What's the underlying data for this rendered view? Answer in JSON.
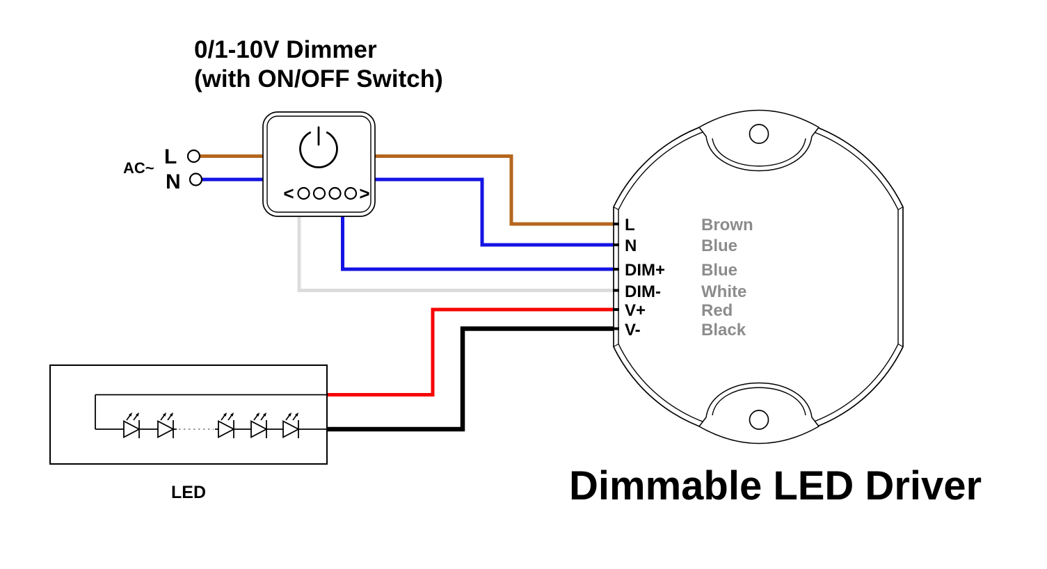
{
  "diagram": {
    "dimmer": {
      "title_line1": "0/1-10V Dimmer",
      "title_line2": "(with ON/OFF Switch)",
      "ac_label": "AC~",
      "terminal_l": "L",
      "terminal_n": "N",
      "nav_left": "<",
      "nav_right": ">",
      "power_icon": "power"
    },
    "driver": {
      "title": "Dimmable LED Driver",
      "label_color": "#8c8c8c",
      "terminals": [
        {
          "label": "L",
          "color_name": "Brown",
          "wire_hex": "#b4671e"
        },
        {
          "label": "N",
          "color_name": "Blue",
          "wire_hex": "#1414e4"
        },
        {
          "label": "DIM+",
          "color_name": "Blue",
          "wire_hex": "#1414e4"
        },
        {
          "label": "DIM-",
          "color_name": "White",
          "wire_hex": "#dcdcdc"
        },
        {
          "label": "V+",
          "color_name": "Red",
          "wire_hex": "#f70400"
        },
        {
          "label": "V-",
          "color_name": "Black",
          "wire_hex": "#000000"
        }
      ]
    },
    "led": {
      "label": "LED"
    }
  }
}
